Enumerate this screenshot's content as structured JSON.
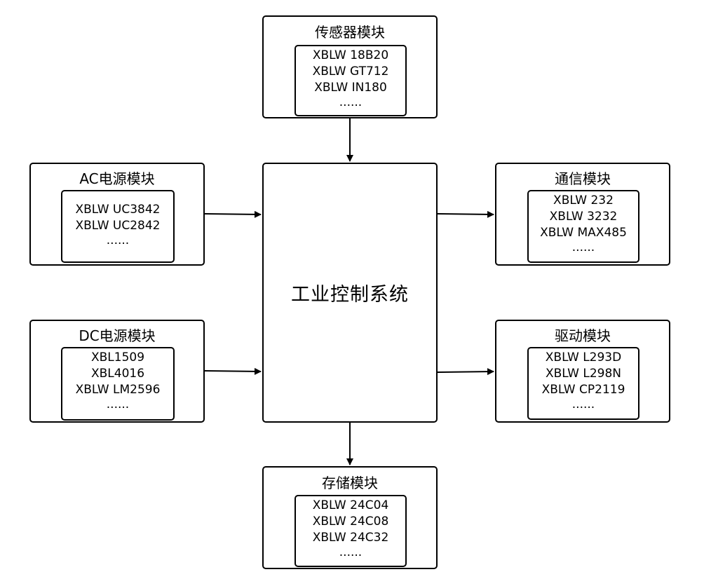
{
  "center": {
    "label": "工业控制系统"
  },
  "modules": {
    "sensor": {
      "title": "传感器模块",
      "items": [
        "XBLW 18B20",
        "XBLW GT712",
        "XBLW IN180",
        "......"
      ]
    },
    "ac_power": {
      "title": "AC电源模块",
      "items": [
        "XBLW UC3842",
        "XBLW UC2842",
        "......"
      ]
    },
    "dc_power": {
      "title": "DC电源模块",
      "items": [
        "XBL1509",
        "XBL4016",
        "XBLW LM2596",
        "......"
      ]
    },
    "comm": {
      "title": "通信模块",
      "items": [
        "XBLW 232",
        "XBLW 3232",
        "XBLW MAX485",
        "......"
      ]
    },
    "drive": {
      "title": "驱动模块",
      "items": [
        "XBLW L293D",
        "XBLW L298N",
        "XBLW CP2119",
        "......"
      ]
    },
    "storage": {
      "title": "存储模块",
      "items": [
        "XBLW 24C04",
        "XBLW 24C08",
        "XBLW 24C32",
        "......"
      ]
    }
  },
  "colors": {
    "stroke": "#000000",
    "background": "#ffffff"
  }
}
